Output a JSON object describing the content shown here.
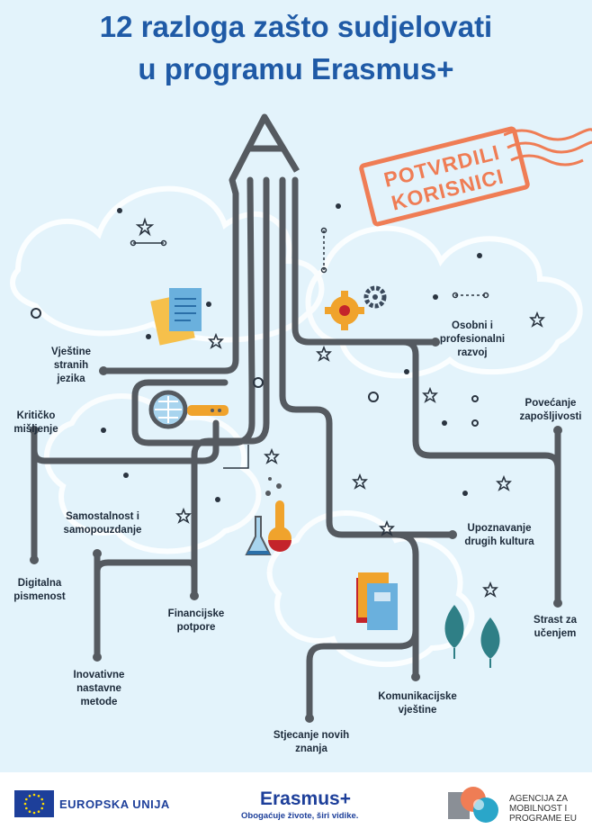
{
  "title": {
    "line1": "12 razloga zašto sudjelovati",
    "line2": "u programu Erasmus+"
  },
  "stamp": {
    "line1": "POTVRDILI",
    "line2": "KORISNICI"
  },
  "reasons": [
    {
      "id": "foreign-languages",
      "lines": [
        "Vještine",
        "stranih",
        "jezika"
      ]
    },
    {
      "id": "critical-thinking",
      "lines": [
        "Kritičko",
        "mišljenje"
      ]
    },
    {
      "id": "independence",
      "lines": [
        "Samostalnost i",
        "samopouzdanje"
      ]
    },
    {
      "id": "digital-literacy",
      "lines": [
        "Digitalna",
        "pismenost"
      ]
    },
    {
      "id": "financial-support",
      "lines": [
        "Financijske",
        "potpore"
      ]
    },
    {
      "id": "innovative-methods",
      "lines": [
        "Inovativne",
        "nastavne",
        "metode"
      ]
    },
    {
      "id": "personal-development",
      "lines": [
        "Osobni i",
        "profesionalni",
        "razvoj"
      ]
    },
    {
      "id": "employability",
      "lines": [
        "Povećanje",
        "zapošljivosti"
      ]
    },
    {
      "id": "other-cultures",
      "lines": [
        "Upoznavanje",
        "drugih kultura"
      ]
    },
    {
      "id": "learning-passion",
      "lines": [
        "Strast za",
        "učenjem"
      ]
    },
    {
      "id": "communication-skills",
      "lines": [
        "Komunikacijske",
        "vještine"
      ]
    },
    {
      "id": "new-knowledge",
      "lines": [
        "Stjecanje novih",
        "znanja"
      ]
    }
  ],
  "footer": {
    "eu_label": "EUROPSKA UNIJA",
    "erasmus_name": "Erasmus+",
    "erasmus_slogan": "Obogaćuje živote, širi vidike.",
    "agency_lines": [
      "AGENCIJA ZA",
      "MOBILNOST I",
      "PROGRAME EU"
    ]
  },
  "colors": {
    "title": "#1f5aa6",
    "path": "#555a60",
    "stamp": "#ef7d55",
    "background": "#e3f3fb",
    "eu_blue": "#1d3f9a"
  },
  "icons": [
    "pencil-icon",
    "documents-icon",
    "gear-icon",
    "magnifier-icon",
    "lab-flask-icon",
    "books-icon",
    "leaves-icon",
    "star-icon",
    "eu-flag-icon",
    "agency-logo-icon"
  ]
}
